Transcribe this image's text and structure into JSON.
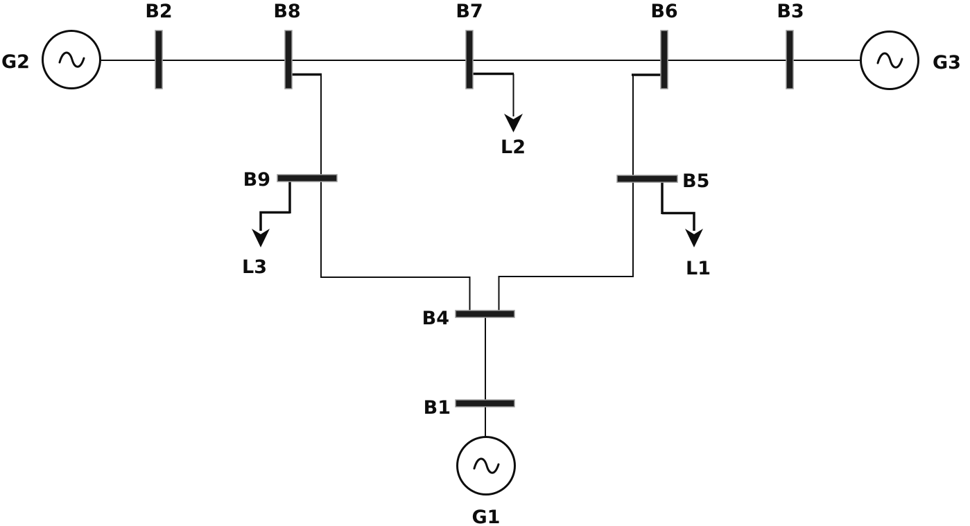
{
  "figure": {
    "kind": "power-system-single-line-diagram",
    "background_color": "#ffffff",
    "line_color": "#0d0d0d",
    "bus_fill_color": "#1c1c1c"
  },
  "buses": {
    "b1": "B1",
    "b2": "B2",
    "b3": "B3",
    "b4": "B4",
    "b5": "B5",
    "b6": "B6",
    "b7": "B7",
    "b8": "B8",
    "b9": "B9"
  },
  "generators": {
    "g1": "G1",
    "g2": "G2",
    "g3": "G3"
  },
  "loads": {
    "l1": "L1",
    "l2": "L2",
    "l3": "L3"
  },
  "connections": [
    "G2-B2",
    "B2-B8",
    "B8-B7",
    "B7-B6",
    "B6-B3",
    "B3-G3",
    "B8-B9",
    "B9-B4",
    "B6-B5",
    "B5-B4",
    "B4-B1",
    "B1-G1",
    "B7-L2",
    "B9-L3",
    "B5-L1"
  ]
}
